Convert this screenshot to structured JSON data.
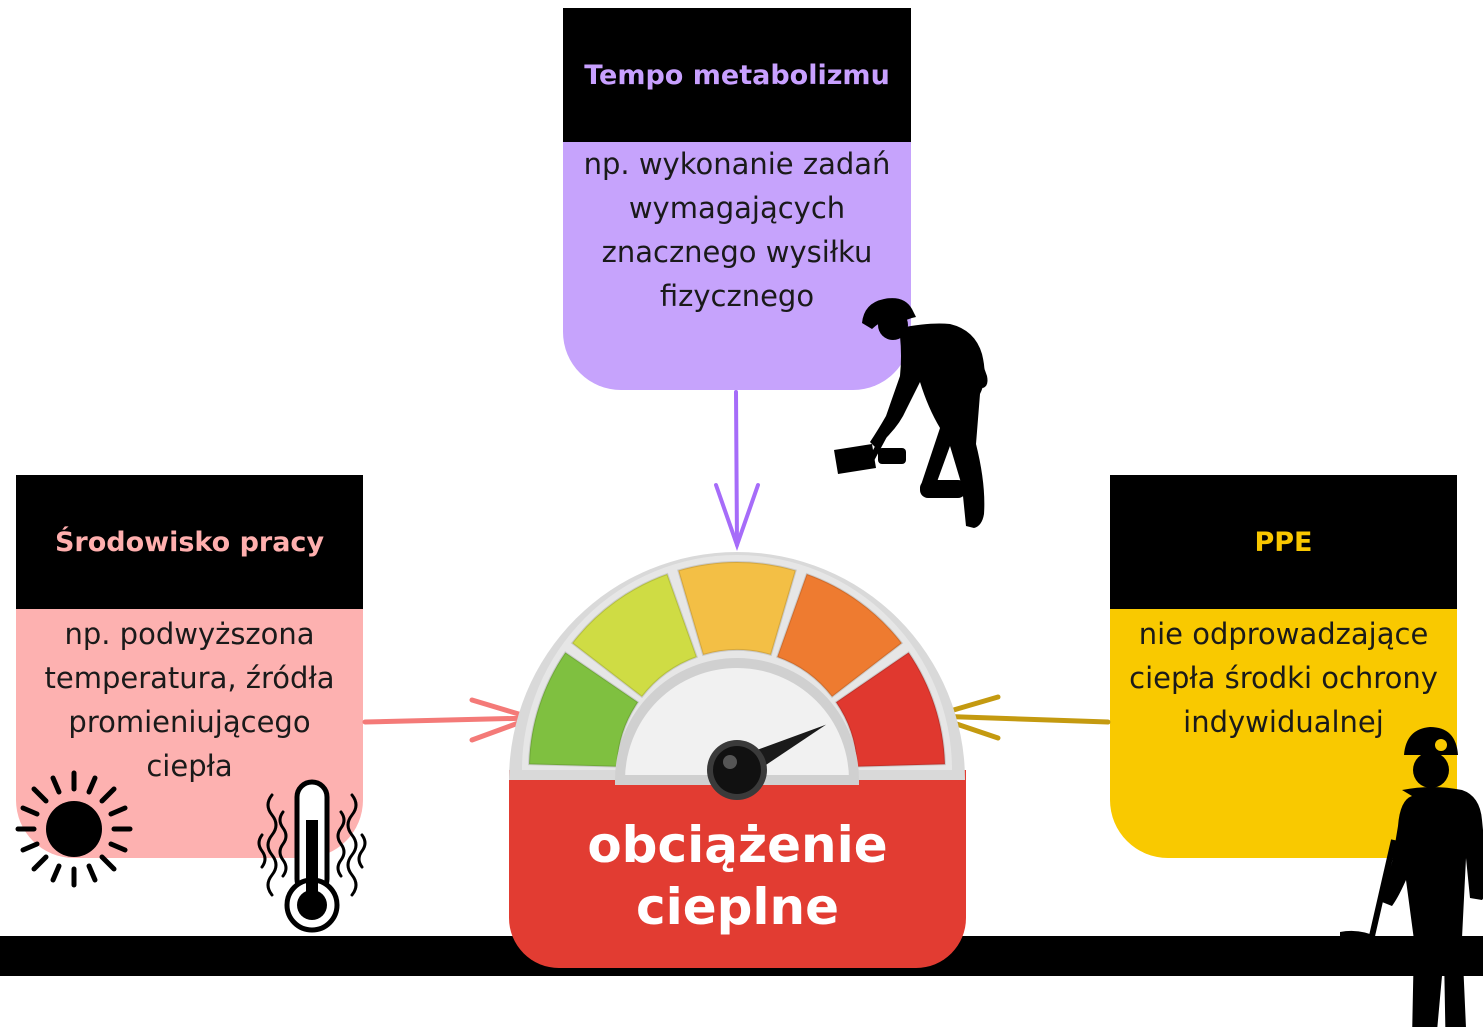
{
  "metabolism": {
    "title": "Tempo metabolizmu",
    "lines": [
      "np. wykonanie zadań",
      "wymagających",
      "znacznego wysiłku",
      "fizycznego"
    ],
    "header_color": "#c8a0ff",
    "body_color": "#c6a3fc",
    "arrow_color": "#a66cf9"
  },
  "environment": {
    "title": "Środowisko pracy",
    "lines": [
      "np. podwyższona",
      "temperatura, źródła",
      "promieniującego",
      "ciepła"
    ],
    "header_color": "#ffafae",
    "body_color": "#fdb1b0",
    "arrow_color": "#f47a78"
  },
  "ppe": {
    "title": "PPE",
    "lines": [
      "nie odprowadzające",
      "ciepła środki ochrony",
      "indywidualnej"
    ],
    "header_color": "#f9c700",
    "body_color": "#f9c900",
    "arrow_color": "#c49a10"
  },
  "gauge": {
    "label_lines": [
      "obciążenie",
      "cieplne"
    ],
    "segment_colors": [
      "#7fc040",
      "#cfdc44",
      "#f3bf45",
      "#ee7b30",
      "#e0382f"
    ],
    "base_color": "#e23c32",
    "needle_level": 0.85
  },
  "icons": {
    "sun": "sun-icon",
    "thermometer": "thermometer-icon",
    "shoveling_worker": "worker-shoveling-icon",
    "miner": "miner-icon"
  }
}
